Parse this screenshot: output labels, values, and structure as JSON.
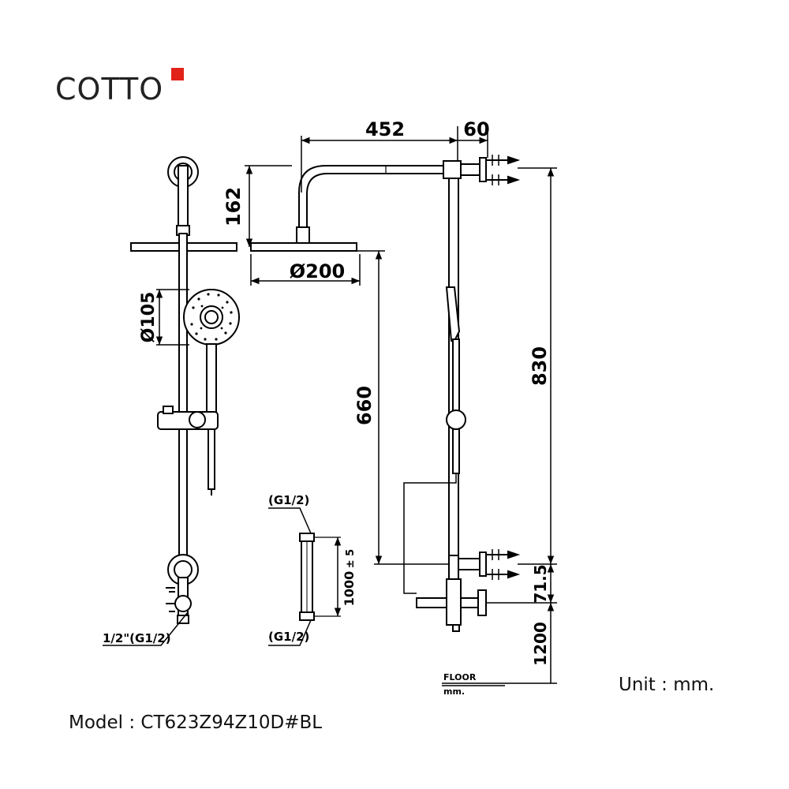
{
  "brand": {
    "name": "COTTO",
    "accent_color": "#e2231a"
  },
  "footer": {
    "unit": "Unit : mm.",
    "model": "Model : CT623Z94Z10D#BL"
  },
  "dimensions": {
    "arm_length": "452",
    "wall_offset": "60",
    "arm_drop": "162",
    "head_diameter": "Ø200",
    "hand_diameter": "Ø105",
    "head_height_from_valve": "660",
    "total_height": "830",
    "valve_offset": "71.5",
    "floor_height": "1200",
    "bar_length": "1000",
    "bar_tolerance": "± 5",
    "thread_main": "1/2\"(G1/2)",
    "thread_top": "(G1/2)",
    "thread_bottom": "(G1/2)",
    "floor_label_1": "FLOOR",
    "floor_label_2": "mm."
  }
}
